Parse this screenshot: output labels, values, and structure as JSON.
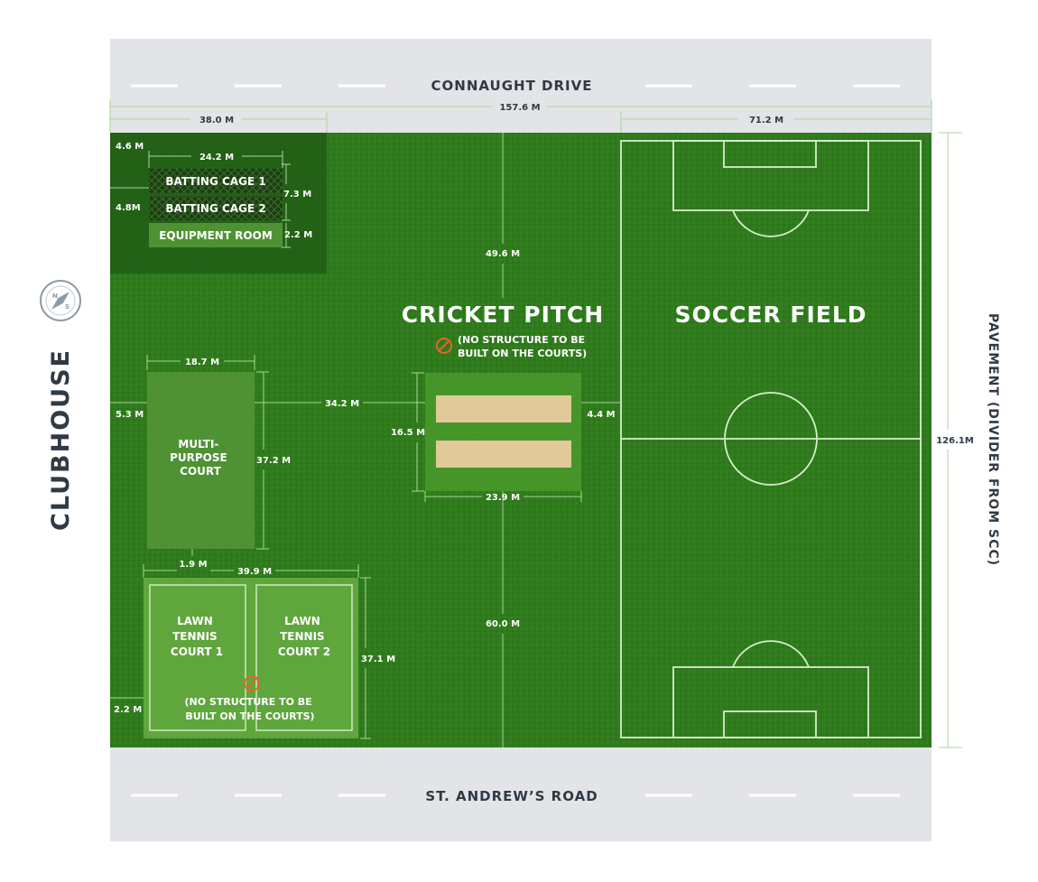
{
  "roads": {
    "north": "CONNAUGHT DRIVE",
    "south": "ST. ANDREW’S ROAD"
  },
  "side_labels": {
    "west": "CLUBHOUSE",
    "east": "PAVEMENT (DIVIDER FROM SCC)"
  },
  "compass": {
    "icon": "compass-icon",
    "letters": [
      "N",
      "S"
    ]
  },
  "facilities": {
    "batting_cage_1": "BATTING CAGE 1",
    "batting_cage_2": "BATTING CAGE 2",
    "equipment_room": "EQUIPMENT ROOM",
    "multipurpose_court": [
      "MULTI-",
      "PURPOSE",
      "COURT"
    ],
    "lawn_tennis_1": [
      "LAWN",
      "TENNIS",
      "COURT 1"
    ],
    "lawn_tennis_2": [
      "LAWN",
      "TENNIS",
      "COURT 2"
    ],
    "cricket_pitch": "CRICKET PITCH",
    "soccer_field": "SOCCER FIELD"
  },
  "notes": {
    "cricket": [
      "(NO STRUCTURE TO BE",
      "BUILT ON THE COURTS)"
    ],
    "tennis": [
      "(NO STRUCTURE TO BE",
      "BUILT ON THE COURTS)"
    ],
    "no_build_icon": "prohibited-icon"
  },
  "dimensions": {
    "total_width": "157.6 M",
    "west_width": "38.0 M",
    "east_width": "71.2 M",
    "cage_top_gap": "4.6 M",
    "cage_width": "24.2 M",
    "cage_height": "7.3 M",
    "cage_left_gap": "4.8M",
    "equipment_height": "2.2 M",
    "pitch_top_gap": "49.6 M",
    "court_width": "18.7 M",
    "court_left_gap": "5.3 M",
    "court_to_pitch": "34.2 M",
    "court_height": "37.2 M",
    "pitch_block_height": "16.5 M",
    "pitch_to_field": "4.4 M",
    "pitch_block_width": "23.9 M",
    "court_gap": "1.9 M",
    "tennis_width": "39.9 M",
    "pitch_bottom_gap": "60.0 M",
    "tennis_height": "37.1 M",
    "tennis_left_gap": "2.2 M",
    "total_height": "126.1M"
  },
  "colors": {
    "grass": "#2f7a1c",
    "grass_dark": "#1f5a14",
    "court": "#4f9233",
    "tennis": "#5fa63c",
    "dirt": "#e2c99a",
    "road": "#e2e4e7",
    "dim_line": "#a9d69a",
    "prohibited": "#e8632a",
    "label_dark": "#2f3a44"
  }
}
